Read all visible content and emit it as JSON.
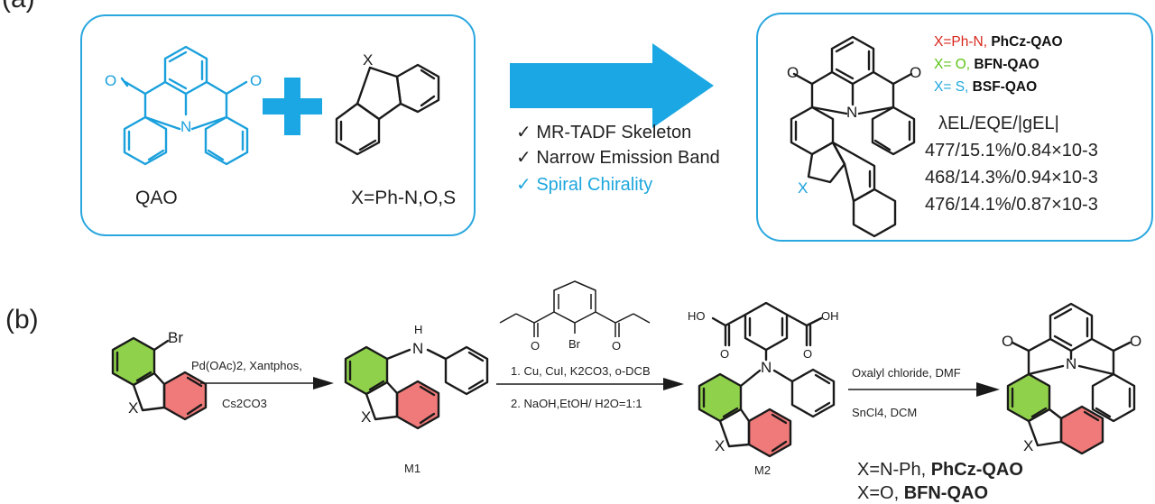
{
  "panel_a": {
    "label": "(a)",
    "qao_caption": "QAO",
    "x_caption": "X=Ph-N,O,S",
    "atom_x": "X",
    "atom_n": "N",
    "atom_o": "O",
    "checks": [
      "✓ MR-TADF Skeleton",
      "✓ Narrow Emission Band",
      "✓ Spiral Chirality"
    ],
    "legend": [
      {
        "prefix": "X=Ph-N,",
        "name": "PhCz-QAO",
        "color": "#d9261c"
      },
      {
        "prefix": "X= O,",
        "name": "BFN-QAO",
        "color": "#5cc316"
      },
      {
        "prefix": "X= S,",
        "name": "BSF-QAO",
        "color": "#1ea7de"
      }
    ],
    "metrics_header": "λEL/EQE/|gEL|",
    "metrics": [
      "477/15.1%/0.84×10-3",
      "468/14.3%/0.94×10-3",
      "476/14.1%/0.87×10-3"
    ],
    "colors": {
      "panel_border": "#2aa7df",
      "arrow": "#1aa7e3",
      "qao_blue": "#1aa0dc"
    }
  },
  "panel_b": {
    "label": "(b)",
    "step1": {
      "top": "Pd(OAc)2, Xantphos,",
      "bottom": "Cs2CO3"
    },
    "step2": {
      "line1": "1. Cu, CuI, K2CO3, o-DCB",
      "line2": "2. NaOH,EtOH/ H2O=1:1"
    },
    "step3": {
      "top": "Oxalyl chloride, DMF",
      "bottom": "SnCl4, DCM"
    },
    "m1": "M1",
    "m2": "M2",
    "atom_br": "Br",
    "atom_h": "H",
    "atom_ho": "HO",
    "atom_oh": "OH",
    "x_lines": [
      {
        "prefix": "X=N-Ph,",
        "name": "PhCz-QAO"
      },
      {
        "prefix": "X=O,",
        "name": "BFN-QAO"
      }
    ],
    "colors": {
      "green_ring": "#8fd14a",
      "red_ring": "#f07a7a"
    }
  }
}
